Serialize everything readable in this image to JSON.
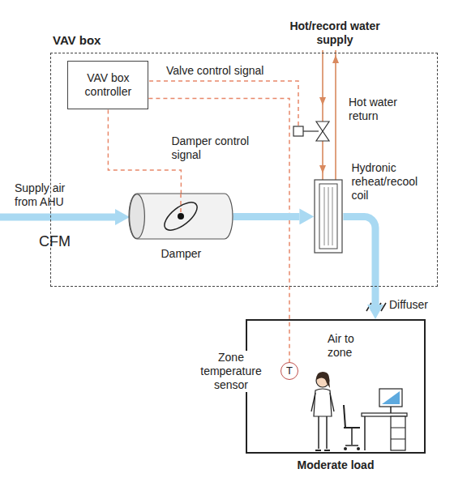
{
  "diagram": {
    "nodes": [
      {
        "text": [
          "VAV box"
        ]
      },
      {
        "text": [
          "VAV box controller"
        ],
        "in": 0
      },
      {
        "text": [
          "Damper"
        ],
        "in": 0
      },
      {
        "text": [
          "Hydronic reheat/recool coil"
        ],
        "in": 0
      },
      {
        "text": [
          "Moderate load"
        ]
      },
      {
        "text": [
          "T",
          "Zone temperature sensor"
        ],
        "in": 4
      }
    ],
    "edges": [
      {
        "from": 1,
        "to": 2,
        "label": "Damper control signal",
        "arrow": "none"
      },
      {
        "from": 1,
        "to": 5,
        "arrow": "none"
      },
      {
        "from": 2,
        "to": 3,
        "arrow": "to"
      },
      {
        "from": 3,
        "to": 4,
        "arrow": "to"
      }
    ],
    "labels": [
      "Hot/record water supply",
      "Valve control signal",
      "Hot water return",
      "Supply air from AHU",
      "CFM",
      "Diffuser",
      "Air to zone"
    ]
  }
}
